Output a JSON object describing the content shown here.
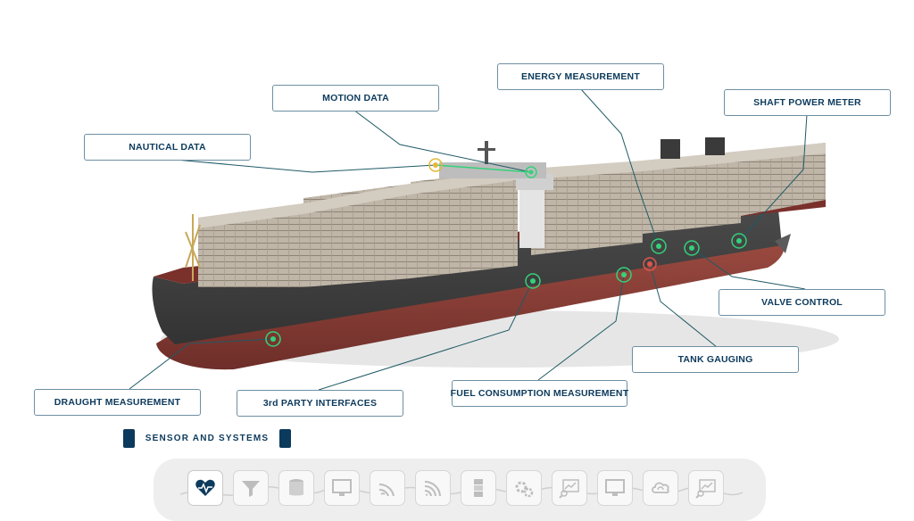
{
  "callouts": {
    "energy_measurement": "ENERGY MEASUREMENT",
    "motion_data": "MOTION DATA",
    "shaft_power_meter": "SHAFT POWER METER",
    "nautical_data": "NAUTICAL DATA",
    "valve_control": "VALVE CONTROL",
    "tank_gauging": "TANK GAUGING",
    "draught_measurement": "DRAUGHT MEASUREMENT",
    "third_party_interfaces": "3rd PARTY INTERFACES",
    "fuel_consumption_measurement": "FUEL CONSUMPTION MEASUREMENT"
  },
  "legend": {
    "label": "SENSOR AND SYSTEMS"
  },
  "colors": {
    "accent": "#0c3a5c",
    "sensor_green": "#34d17a",
    "sensor_red": "#e0564e",
    "hull_red": "#8b3b34",
    "hull_dark": "#3c3c3c"
  },
  "toolbar": {
    "icons": [
      "heart-pulse-icon",
      "filter-icon",
      "database-icon",
      "monitor-icon",
      "wifi-signal-icon",
      "signal-icon",
      "server-icon",
      "gears-icon",
      "chart-search-icon",
      "monitor-icon",
      "cloud-sync-icon",
      "chart-search-icon"
    ],
    "active_index": 0
  }
}
